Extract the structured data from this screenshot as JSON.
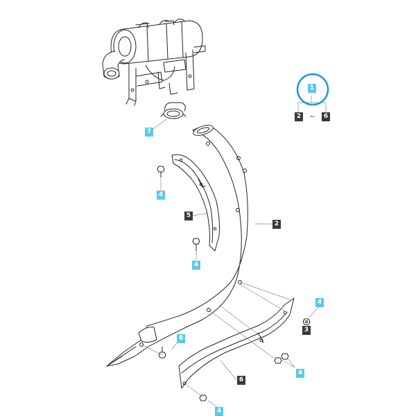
{
  "callouts": {
    "c1": "1",
    "c2_range": "2",
    "c6_range": "6",
    "range_sep": "~",
    "c7": "7",
    "c4_a": "4",
    "c5": "5",
    "c4_b": "4",
    "c2": "2",
    "c4_c": "4",
    "c3": "3",
    "c8": "8",
    "c4_d": "4",
    "c6": "6",
    "c4_e": "4"
  },
  "colors": {
    "dark_callout": "#3a3a3a",
    "cyan_callout": "#5bc8e8",
    "highlight_ring": "#1a9ad6"
  }
}
